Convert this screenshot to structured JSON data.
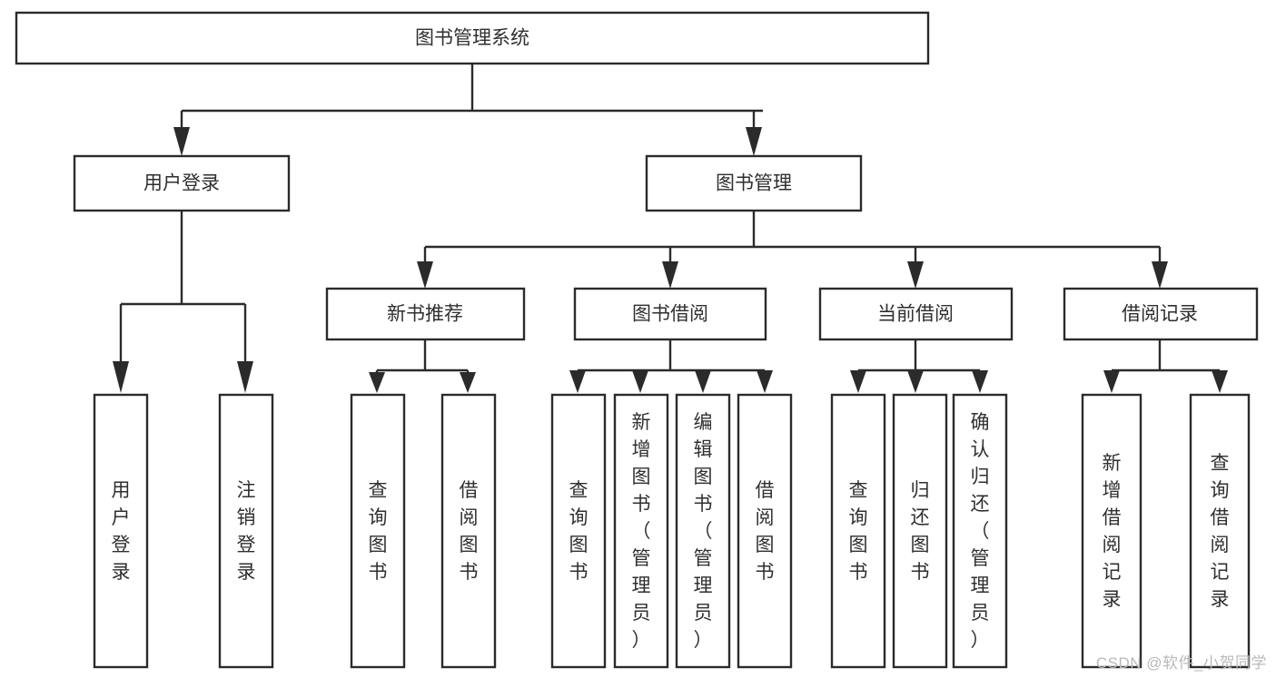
{
  "diagram": {
    "title": "图书管理系统",
    "type": "tree",
    "root": {
      "label": "图书管理系统"
    },
    "level2": [
      {
        "label": "用户登录"
      },
      {
        "label": "图书管理"
      }
    ],
    "level3": [
      {
        "label": "新书推荐"
      },
      {
        "label": "图书借阅"
      },
      {
        "label": "当前借阅"
      },
      {
        "label": "借阅记录"
      }
    ],
    "leaves": {
      "user_login": [
        {
          "label": "用户登录"
        },
        {
          "label": "注销登录"
        }
      ],
      "new_book_recommend": [
        {
          "label": "查询图书"
        },
        {
          "label": "借阅图书"
        }
      ],
      "book_borrow": [
        {
          "label": "查询图书"
        },
        {
          "label": "新增图书（管理员）"
        },
        {
          "label": "编辑图书（管理员）"
        },
        {
          "label": "借阅图书"
        }
      ],
      "current_borrow": [
        {
          "label": "查询图书"
        },
        {
          "label": "归还图书"
        },
        {
          "label": "确认归还（管理员）"
        }
      ],
      "borrow_record": [
        {
          "label": "新增借阅记录"
        },
        {
          "label": "查询借阅记录"
        }
      ]
    },
    "colors": {
      "box_fill": "#ffffff",
      "box_stroke": "#2b2b2b",
      "text": "#2f2f2f",
      "connector": "#2b2b2b",
      "watermark": "#b9b9b9"
    }
  },
  "watermark": {
    "text": "CSDN @软件_小贺同学"
  }
}
